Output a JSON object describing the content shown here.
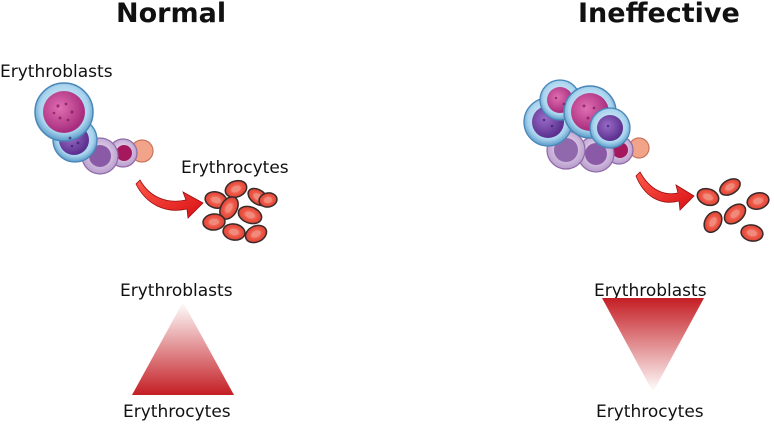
{
  "panels": {
    "normal": {
      "title": "Normal",
      "blast_label": "Erythroblasts",
      "cyte_label": "Erythrocytes",
      "pyramid_top_label": "Erythroblasts",
      "pyramid_bottom_label": "Erythrocytes"
    },
    "ineffective": {
      "title": "Ineffective",
      "pyramid_top_label": "Erythroblasts",
      "pyramid_bottom_label": "Erythrocytes"
    }
  },
  "colors": {
    "rbc": "#ee5545",
    "rbc_outline": "#3a2a2a",
    "arrow": "#e8141a",
    "triangle": "#c41e24",
    "blast_ring": "#8fc6e6",
    "blast_nucleus": "#c03a8c",
    "blast_nucleus_dark": "#7a3aa0"
  }
}
